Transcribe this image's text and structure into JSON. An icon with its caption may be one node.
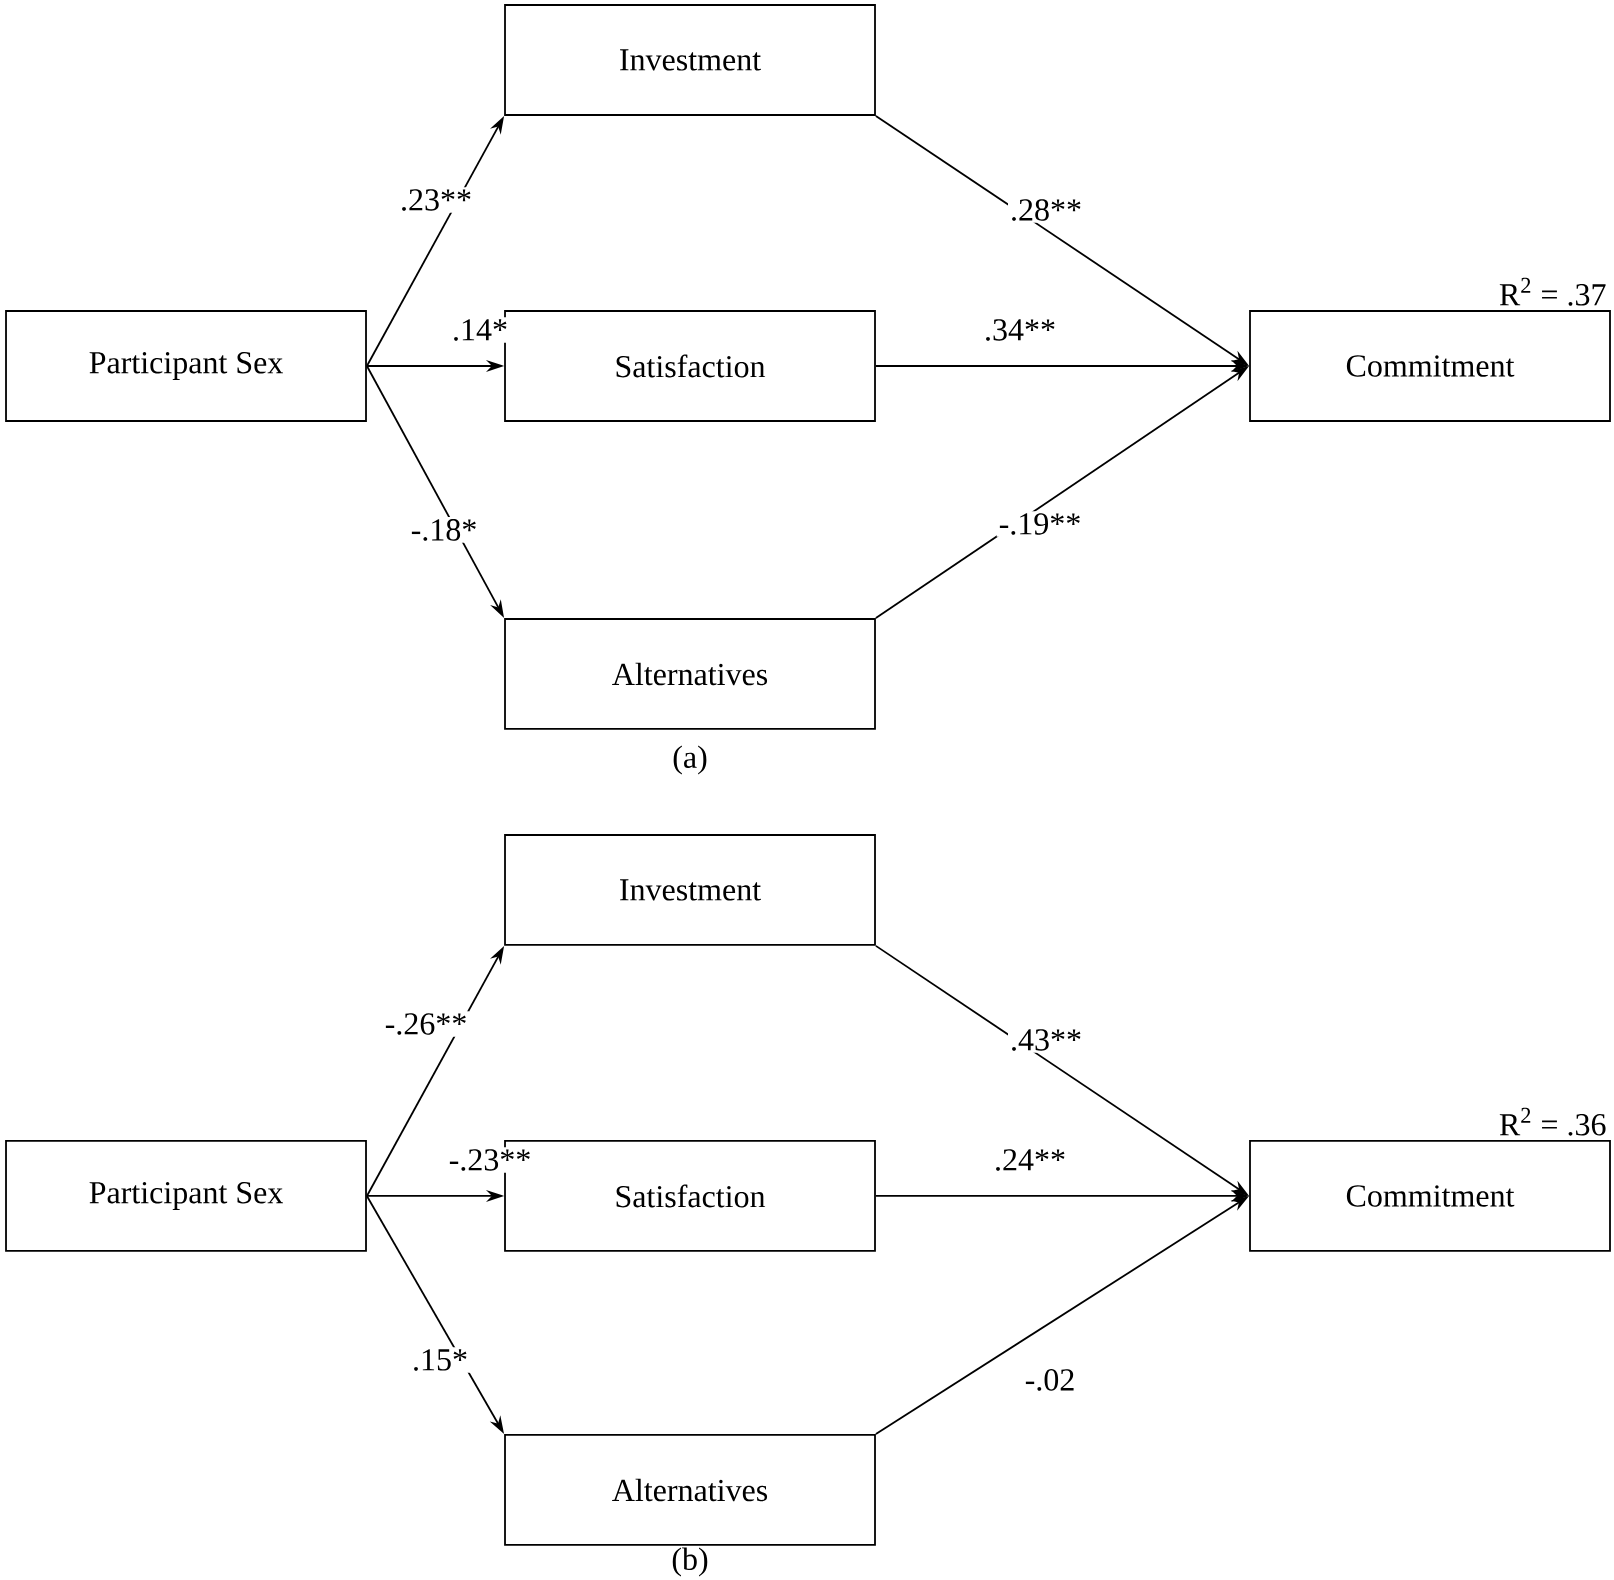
{
  "diagram": {
    "nodes": [
      {
        "text": [
          "Participant Sex"
        ]
      },
      {
        "text": [
          "Investment"
        ]
      },
      {
        "text": [
          "Satisfaction"
        ]
      },
      {
        "text": [
          "Alternatives"
        ]
      },
      {
        "text": [
          "Commitment"
        ],
        "beside": [
          "R$^{2}$ = .37"
        ]
      },
      {
        "text": [
          "Participant Sex"
        ]
      },
      {
        "text": [
          "Investment"
        ]
      },
      {
        "text": [
          "Satisfaction"
        ]
      },
      {
        "text": [
          "Alternatives"
        ]
      },
      {
        "text": [
          "Commitment"
        ],
        "beside": [
          "R$^{2}$ = .36"
        ]
      }
    ],
    "edges": [
      {
        "from": 0,
        "to": 1,
        "arrow": "to",
        "label": ".23**"
      },
      {
        "from": 0,
        "to": 2,
        "arrow": "to",
        "label": ".14*"
      },
      {
        "from": 0,
        "to": 3,
        "arrow": "to",
        "label": "-.18*"
      },
      {
        "from": 1,
        "to": 4,
        "arrow": "to",
        "label": ".28**"
      },
      {
        "from": 2,
        "to": 4,
        "arrow": "to",
        "label": ".34**"
      },
      {
        "from": 3,
        "to": 4,
        "arrow": "to",
        "label": "-.19**"
      },
      {
        "from": 5,
        "to": 6,
        "arrow": "to",
        "label": "-.26**"
      },
      {
        "from": 5,
        "to": 7,
        "arrow": "to",
        "label": "-.23**"
      },
      {
        "from": 5,
        "to": 8,
        "arrow": "to",
        "label": ".15*"
      },
      {
        "from": 6,
        "to": 9,
        "arrow": "to",
        "label": ".43**"
      },
      {
        "from": 7,
        "to": 9,
        "arrow": "to",
        "label": ".24**"
      },
      {
        "from": 8,
        "to": 9,
        "arrow": "to",
        "label": "-.02"
      }
    ],
    "labels": [
      "(a)",
      "(b)"
    ]
  }
}
